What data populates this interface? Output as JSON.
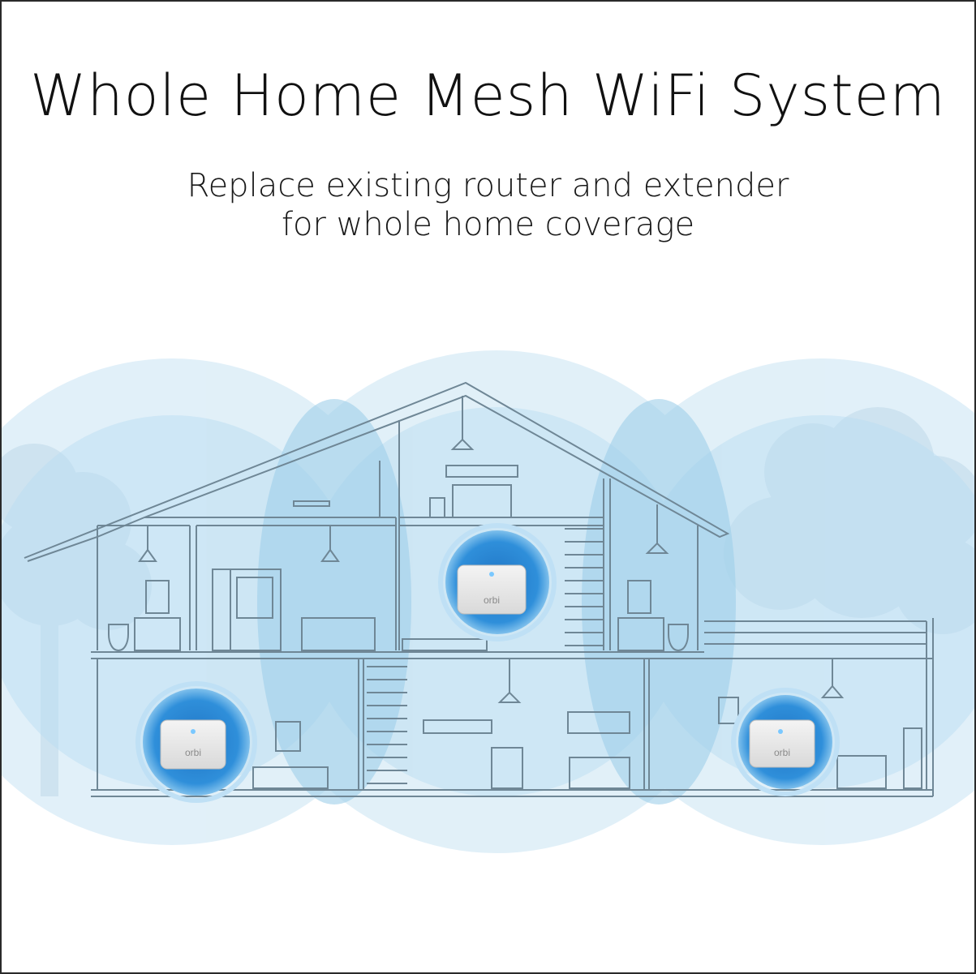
{
  "headline": "Whole Home Mesh WiFi System",
  "subheadline": {
    "line1": "Replace existing router and extender",
    "line2": "for whole home coverage"
  },
  "device_brand": "orbi",
  "colors": {
    "coverage": "#c6e3f3",
    "coverage_overlap": "#9fcfea",
    "device_halo": "#2e8fd8",
    "house_line": "#6f8796",
    "tree": "#d7e4ec"
  },
  "icons": [
    "house-illustration",
    "orbi-router-icon",
    "wifi-coverage-circle",
    "tree-icon"
  ]
}
